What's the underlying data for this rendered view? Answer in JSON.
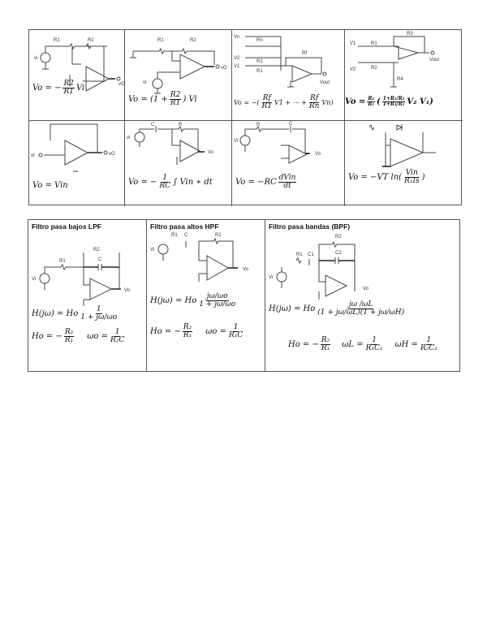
{
  "top_table": {
    "inverting": {
      "lhs": "Vo = −",
      "num": "R2",
      "den": "R1",
      "rhs": "Vi",
      "labels": [
        "R1",
        "R2",
        "vi",
        "vO"
      ]
    },
    "non_inverting": {
      "lhs": "Vo = (1 +",
      "num": "R2",
      "den": "R1",
      "rhs": ") Vi",
      "labels": [
        "R1",
        "R2",
        "vI",
        "vO"
      ]
    },
    "summing": {
      "lhs": "Vo = −(",
      "num1": "Rf",
      "den1": "R1",
      "mid": "V1 + ⋯ +",
      "num2": "Rf",
      "den2": "Rn",
      "rhs": "Vn)",
      "labels": [
        "Vn",
        "V2",
        "V1",
        "Rn",
        "R2",
        "R1",
        "Rf",
        "Vout"
      ]
    },
    "difference": {
      "lhs": "Vo =",
      "num1": "R₂",
      "den1": "R₁",
      "mid": "(",
      "num2": "1+R₁/R₂",
      "den2": "1+R₃/R₁",
      "rhs": "V₂    V₁)",
      "labels": [
        "V1",
        "R1",
        "R3",
        "V2",
        "R2",
        "R4",
        "Vout"
      ]
    },
    "follower": {
      "formula": "Vo = Vin",
      "labels": [
        "vI",
        "vO"
      ]
    },
    "integrator": {
      "lhs": "Vo = −",
      "num": "1",
      "den": "RC",
      "rhs": "∫ Vin ∗ dt",
      "labels": [
        "C",
        "R",
        "vi",
        "Vo"
      ]
    },
    "differentiator": {
      "lhs": "Vo = −RC",
      "num": "dVin",
      "den": "dt",
      "labels": [
        "R",
        "C",
        "VI",
        "Vo"
      ]
    },
    "logarithmic": {
      "lhs": "Vo = −VT ln(",
      "num": "Vin",
      "den": "R₁Is",
      "rhs": ")"
    }
  },
  "bottom_table": {
    "lpf": {
      "title": "Filtro pasa bajos LPF",
      "h_lhs": "H(jω) = Ho",
      "h_num": "1",
      "h_den": "1 + jω/ωo",
      "ho_lhs": "Ho = −",
      "ho_num": "R₂",
      "ho_den": "R₁",
      "w_lhs": "ωo =",
      "w_num": "1",
      "w_den": "R₂C",
      "labels": [
        "R2",
        "R1",
        "C",
        "Vi",
        "Vo"
      ]
    },
    "hpf": {
      "title": "Filtro pasa altos HPF",
      "h_lhs": "H(jω) = Ho",
      "h_num": "jω/ωo",
      "h_den": "1 + jω/ωo",
      "ho_lhs": "Ho = −",
      "ho_num": "R₂",
      "ho_den": "R₁",
      "w_lhs": "ωo =",
      "w_num": "1",
      "w_den": "R₁C",
      "labels": [
        "R1",
        "C",
        "R2",
        "Vi",
        "Vo"
      ]
    },
    "bpf": {
      "title": "Filtro pasa bandas (BPF)",
      "h_lhs": "H(jω) = Ho",
      "h_num": "jω /ωL",
      "h_den": "(1 + jω/ωL)(1 + jω/ωH)",
      "ho_lhs": "Ho = −",
      "ho_num": "R₂",
      "ho_den": "R₁",
      "wl_lhs": "ωL =",
      "wl_num": "1",
      "wl_den": "R₁C₁",
      "wh_lhs": "ωH =",
      "wh_num": "1",
      "wh_den": "R₂C₂",
      "labels": [
        "R2",
        "R1",
        "C1",
        "C2",
        "Vi",
        "Vo"
      ]
    }
  }
}
